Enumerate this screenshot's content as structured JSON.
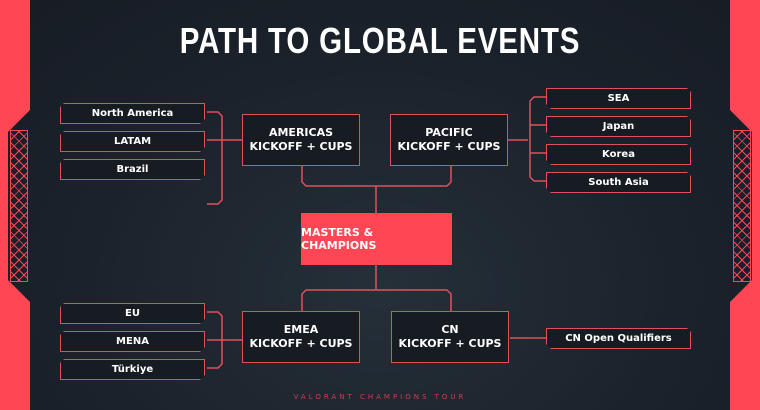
{
  "title": "PATH TO GLOBAL EVENTS",
  "americas": {
    "regions": [
      "North America",
      "LATAM",
      "Brazil"
    ],
    "hub": "AMERICAS\nKICKOFF + CUPS"
  },
  "pacific": {
    "regions": [
      "SEA",
      "Japan",
      "Korea",
      "South Asia"
    ],
    "hub": "PACIFIC\nKICKOFF + CUPS"
  },
  "emea": {
    "regions": [
      "EU",
      "MENA",
      "Türkiye"
    ],
    "hub": "EMEA\nKICKOFF + CUPS"
  },
  "cn": {
    "regions": [
      "CN Open Qualifiers"
    ],
    "hub": "CN\nKICKOFF + CUPS"
  },
  "center": "MASTERS & CHAMPIONS",
  "footer": "VALORANT CHAMPIONS TOUR",
  "colors": {
    "accent": "#ff4655",
    "background": "#1a2029"
  }
}
